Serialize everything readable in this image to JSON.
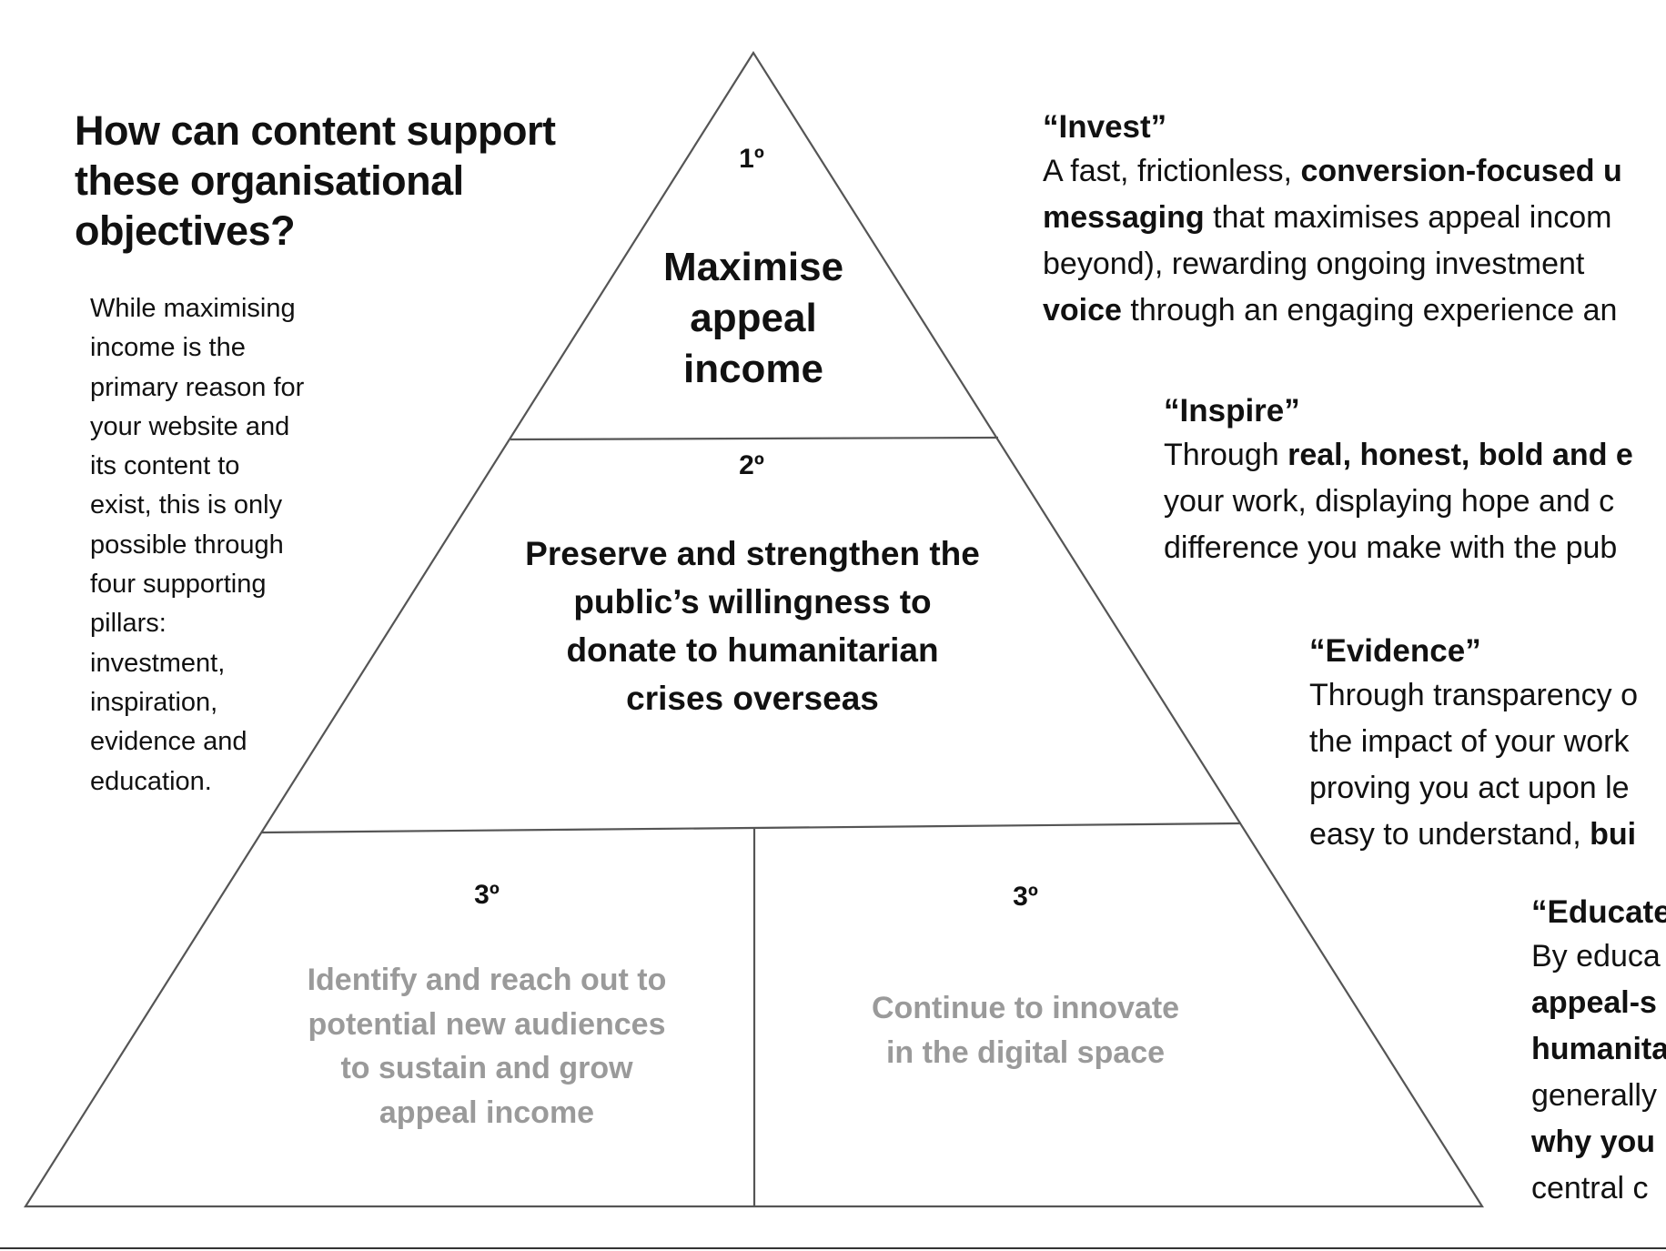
{
  "heading": [
    "How can content support",
    "these organisational",
    "objectives?"
  ],
  "intro": [
    "While maximising",
    "income is the",
    "primary reason for",
    "your website and",
    "its content to",
    "exist, this is only",
    "possible through",
    "four supporting",
    "pillars:",
    "investment,",
    "inspiration,",
    "evidence and",
    "education."
  ],
  "pyramid": {
    "tier1": {
      "rank": "1º",
      "lines": [
        "Maximise",
        "appeal",
        "income"
      ]
    },
    "tier2": {
      "rank": "2º",
      "lines": [
        "Preserve and strengthen the",
        "public’s willingness to",
        "donate to humanitarian",
        "crises overseas"
      ]
    },
    "tier3_left": {
      "rank": "3º",
      "lines": [
        "Identify and reach out to",
        "potential new audiences",
        "to sustain and grow",
        "appeal income"
      ]
    },
    "tier3_right": {
      "rank": "3º",
      "lines": [
        "Continue to innovate",
        "in the digital space"
      ]
    },
    "line_color": "#555555",
    "muted_text_color": "#9a9a9a"
  },
  "pillars": {
    "invest": {
      "title": "“Invest”",
      "lines": [
        [
          {
            "t": "A fast, frictionless, "
          },
          {
            "t": "conversion-focused u",
            "b": true
          }
        ],
        [
          {
            "t": "messaging",
            "b": true
          },
          {
            "t": " that maximises appeal incom"
          }
        ],
        [
          {
            "t": "beyond), rewarding ongoing investment"
          }
        ],
        [
          {
            "t": "voice",
            "b": true
          },
          {
            "t": " through an engaging experience an"
          }
        ]
      ]
    },
    "inspire": {
      "title": "“Inspire”",
      "lines": [
        [
          {
            "t": "Through "
          },
          {
            "t": "real, honest, bold and e",
            "b": true
          }
        ],
        [
          {
            "t": "your work, displaying hope and c"
          }
        ],
        [
          {
            "t": "difference you make with the pub"
          }
        ]
      ]
    },
    "evidence": {
      "title": "“Evidence”",
      "lines": [
        [
          {
            "t": "Through transparency o"
          }
        ],
        [
          {
            "t": "the impact of your work"
          }
        ],
        [
          {
            "t": "proving you act upon le"
          }
        ],
        [
          {
            "t": "easy to understand, "
          },
          {
            "t": "bui",
            "b": true
          }
        ]
      ]
    },
    "educate": {
      "title": "“Educate",
      "lines": [
        [
          {
            "t": "By educa"
          }
        ],
        [
          {
            "t": "appeal-s",
            "b": true
          }
        ],
        [
          {
            "t": "humanita",
            "b": true
          }
        ],
        [
          {
            "t": "generally"
          }
        ],
        [
          {
            "t": "why you",
            "b": true
          }
        ],
        [
          {
            "t": "central c"
          }
        ]
      ]
    }
  }
}
